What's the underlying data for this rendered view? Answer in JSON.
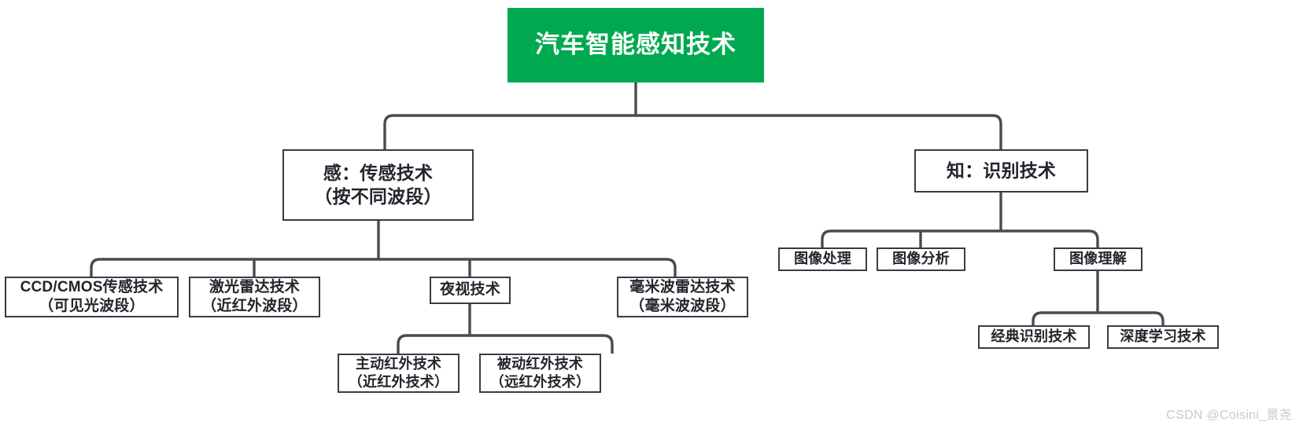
{
  "diagram": {
    "title": "汽车智能感知技术",
    "type": "tree-hierarchy",
    "background_color": "#ffffff",
    "root_fill_color": "#00a94f",
    "root_text_color": "#ffffff",
    "node_border_color": "#3b3b42",
    "node_text_color": "#24242c",
    "edge_color": "#4a4a52"
  },
  "nodes": {
    "root": {
      "label": "汽车智能感知技术",
      "line1": "汽车智能感知技术",
      "line2": ""
    },
    "sense": {
      "line1": "感：传感技术",
      "line2": "（按不同波段）"
    },
    "recognize": {
      "line1": "知：识别技术",
      "line2": ""
    },
    "ccd_cmos": {
      "line1": "CCD/CMOS传感技术",
      "line2": "（可见光波段）"
    },
    "lidar": {
      "line1": "激光雷达技术",
      "line2": "（近红外波段）"
    },
    "night_vision": {
      "line1": "夜视技术",
      "line2": ""
    },
    "mmwave_radar": {
      "line1": "毫米波雷达技术",
      "line2": "（毫米波波段）"
    },
    "active_ir": {
      "line1": "主动红外技术",
      "line2": "（近红外技术）"
    },
    "passive_ir": {
      "line1": "被动红外技术",
      "line2": "（远红外技术）"
    },
    "image_processing": {
      "line1": "图像处理",
      "line2": ""
    },
    "image_analysis": {
      "line1": "图像分析",
      "line2": ""
    },
    "image_understanding": {
      "line1": "图像理解",
      "line2": ""
    },
    "classic_recognition": {
      "line1": "经典识别技术",
      "line2": ""
    },
    "deep_learning": {
      "line1": "深度学习技术",
      "line2": ""
    }
  },
  "watermark": {
    "text": "CSDN @Coisini_景尧"
  }
}
